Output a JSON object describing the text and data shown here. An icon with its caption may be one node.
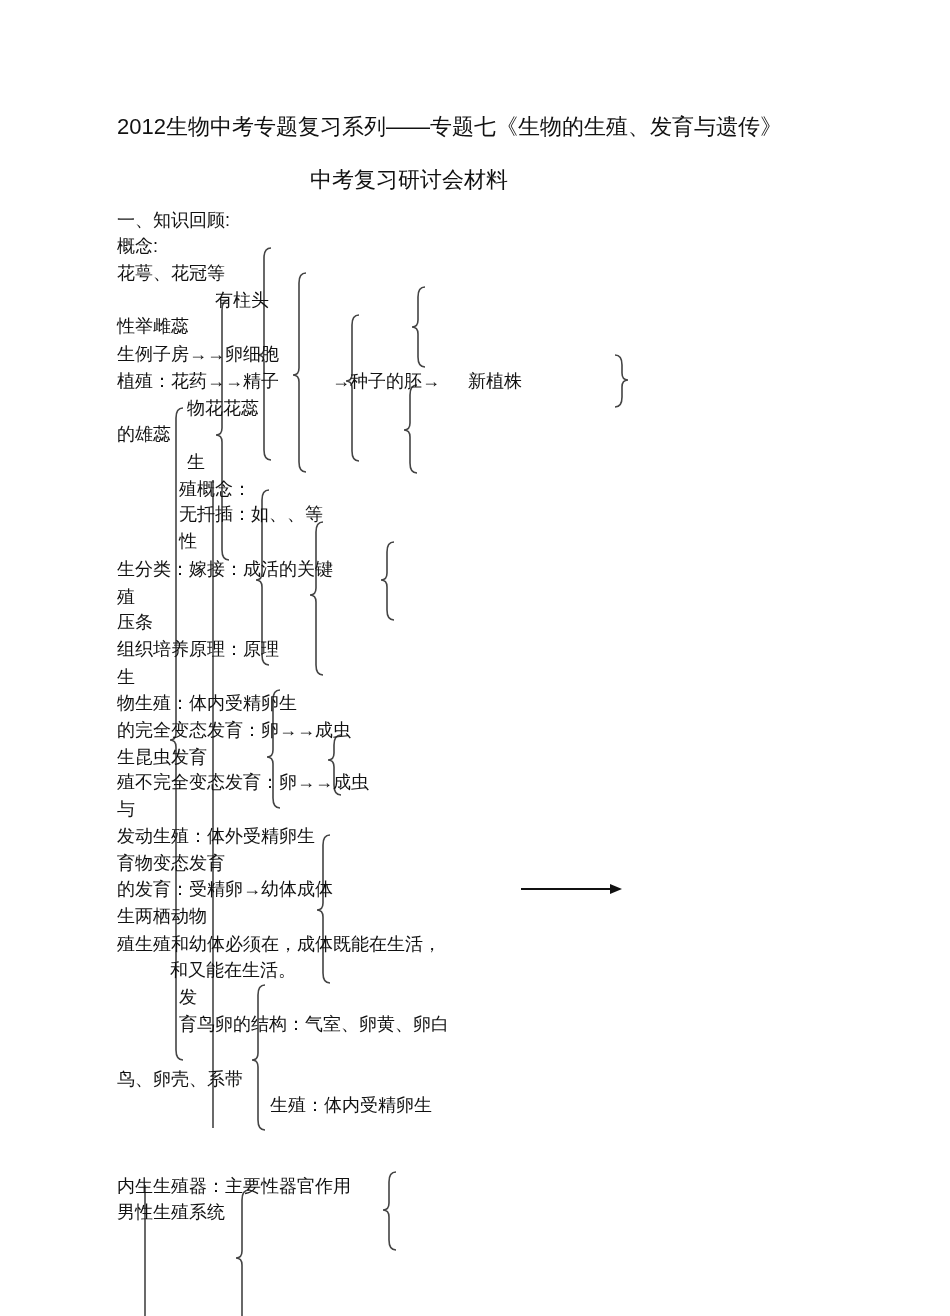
{
  "diagram": {
    "title": "2012生物中考专题复习系列——专题七《生物的生殖、发育与遗传》",
    "labels": [
      "中考复习研讨会材料",
      "一、知识回顾:",
      "概念:",
      "花萼、花冠等",
      "有柱头",
      "性举雌蕊",
      "生例子房→→卵细胞",
      "植殖：花药→→精子",
      "→种子的胚→",
      "新植株",
      "物花花蕊",
      "的雄蕊",
      "生",
      "殖概念：",
      "无扦插：如、、等",
      "性",
      "生分类：嫁接：成活的关键",
      "殖",
      "压条",
      "组织培养原理：原理",
      "生",
      "物生殖：体内受精卵生",
      "的完全变态发育：卵→→成虫",
      "生昆虫发育",
      "殖不完全变态发育：卵→→成虫",
      "与",
      "发动生殖：体外受精卵生",
      "育物变态发育",
      "的发育：受精卵→幼体成体",
      "生两栖动物",
      "殖生殖和幼体必须在，成体既能在生活，",
      "和又能在生活。",
      "发",
      "育鸟卵的结构：气室、卵黄、卵白",
      "鸟、卵壳、系带",
      "生殖：体内受精卵生",
      "内生生殖器：主要性器官作用",
      "男性生殖系统"
    ]
  }
}
